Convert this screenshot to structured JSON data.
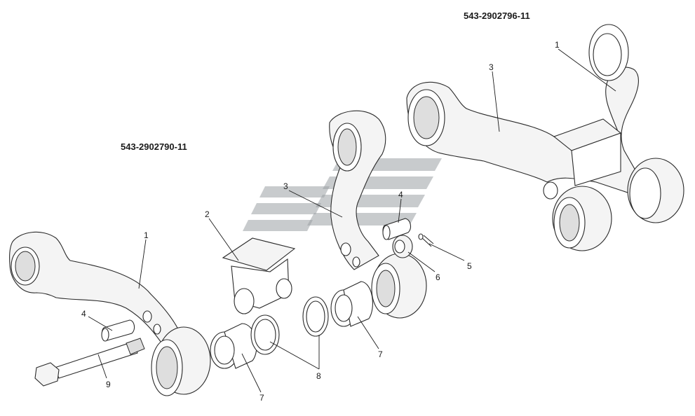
{
  "assembly_codes": {
    "left": "543-2902790-11",
    "right": "543-2902796-11"
  },
  "callouts": [
    {
      "id": "c1-left",
      "text": "1"
    },
    {
      "id": "c1-right",
      "text": "1"
    },
    {
      "id": "c2",
      "text": "2"
    },
    {
      "id": "c3-mid",
      "text": "3"
    },
    {
      "id": "c3-right",
      "text": "3"
    },
    {
      "id": "c4-left",
      "text": "4"
    },
    {
      "id": "c4-mid",
      "text": "4"
    },
    {
      "id": "c5",
      "text": "5"
    },
    {
      "id": "c6",
      "text": "6"
    },
    {
      "id": "c7-left",
      "text": "7"
    },
    {
      "id": "c7-right",
      "text": "7"
    },
    {
      "id": "c8",
      "text": "8"
    },
    {
      "id": "c9",
      "text": "9"
    }
  ],
  "watermark_icon": "stacked-bars-logo-icon"
}
